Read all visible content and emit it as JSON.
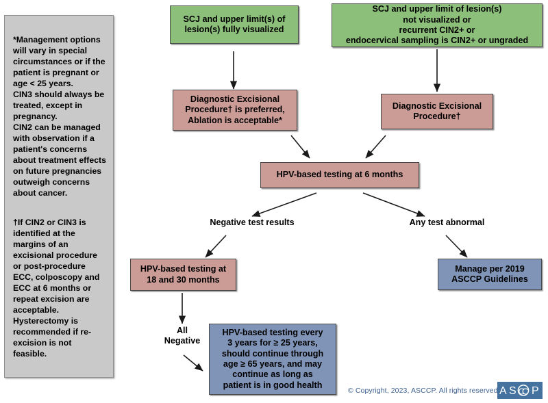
{
  "side_note": {
    "name": "management-notes",
    "paragraphs": [
      "*Management options will vary in special circumstances or if the patient is pregnant or age < 25 years.\nCIN3 should always be treated, except in pregnancy.\nCIN2 can be managed with observation if a patient's concerns about treatment effects on future pregnancies outweigh concerns about cancer.",
      "†If CIN2 or CIN3 is identified at the margins of an excisional procedure or post-procedure ECC, colposcopy and ECC at 6 months or repeat excision are acceptable.\nHysterectomy is recommended if re-excision is not feasible."
    ]
  },
  "nodes": {
    "scj_visualized": "SCJ and upper limit(s) of\nlesion(s) fully visualized",
    "scj_not_visualized": "SCJ and upper limit of lesion(s)\nnot visualized or\nrecurrent CIN2+ or\nendocervical sampling is CIN2+ or ungraded",
    "dep_preferred": "Diagnostic Excisional\nProcedure† is preferred,\nAblation is acceptable*",
    "dep_only": "Diagnostic Excisional\nProcedure†",
    "hpv_6_months": "HPV-based testing at 6 months",
    "hpv_18_30_months": "HPV-based testing at\n18 and 30 months",
    "manage_2019": "Manage per 2019\nASCCP Guidelines",
    "hpv_every_3_years": "HPV-based testing every\n3 years for ≥ 25 years,\nshould continue through\nage ≥ 65 years, and may\ncontinue as long as\npatient is in good health"
  },
  "labels": {
    "negative_test_results": "Negative test results",
    "any_test_abnormal": "Any test abnormal",
    "all_negative": "All\nNegative"
  },
  "footer": {
    "copyright": "© Copyright, 2023, ASCCP. All rights reserved.",
    "logo_text": "ASCCP"
  },
  "colors": {
    "green_box": "#8cc07a",
    "pink_box": "#cb9b96",
    "blue_box": "#8094b8",
    "note_panel": "#c9c9c9",
    "logo_blue": "#45729f",
    "copyright_text": "#3a5e8c",
    "arrow": "#1a1a1a"
  }
}
